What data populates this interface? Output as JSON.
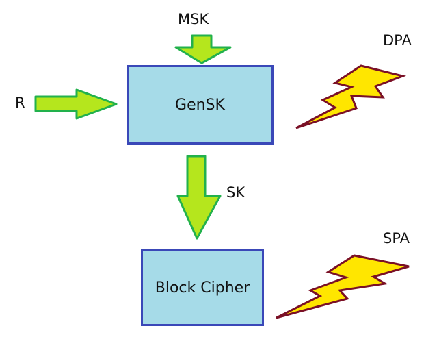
{
  "inputs": {
    "msk": "MSK",
    "r": "R"
  },
  "blocks": {
    "gensk": "GenSK",
    "block_cipher": "Block Cipher"
  },
  "edges": {
    "sk": "SK"
  },
  "attacks": {
    "dpa": "DPA",
    "spa": "SPA"
  },
  "colors": {
    "box_fill": "#a6dbe8",
    "box_border": "#3a48b8",
    "arrow_fill": "#b5e61d",
    "arrow_stroke": "#22b14c",
    "bolt_fill": "#ffe600",
    "bolt_stroke": "#7a1026"
  },
  "icons": {
    "bolt": "lightning-bolt-icon",
    "arrow": "block-arrow"
  }
}
